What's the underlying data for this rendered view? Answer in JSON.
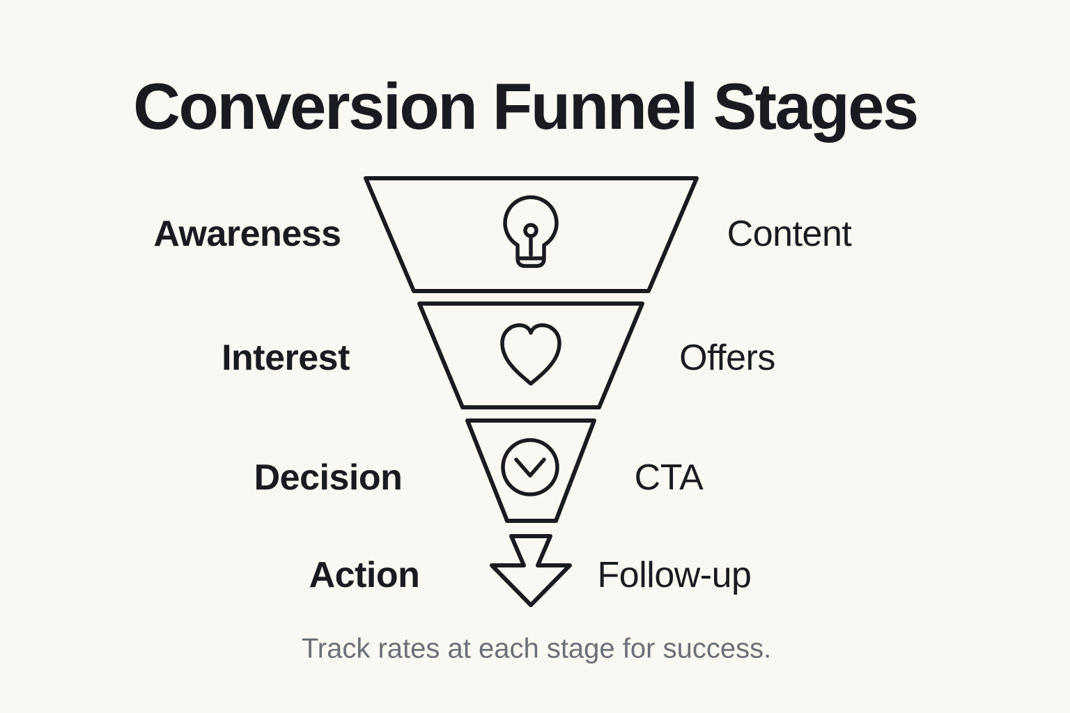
{
  "title": "Conversion Funnel Stages",
  "caption": "Track rates at each stage for success.",
  "stages": [
    {
      "name": "Awareness",
      "tactic": "Content",
      "icon": "lightbulb-icon"
    },
    {
      "name": "Interest",
      "tactic": "Offers",
      "icon": "heart-icon"
    },
    {
      "name": "Decision",
      "tactic": "CTA",
      "icon": "chevron-down-circle-icon"
    },
    {
      "name": "Action",
      "tactic": "Follow-up",
      "icon": "down-arrow-icon"
    }
  ],
  "colors": {
    "background": "#FAF8F2",
    "ink": "#1A1B20",
    "muted": "#6B6F77"
  }
}
